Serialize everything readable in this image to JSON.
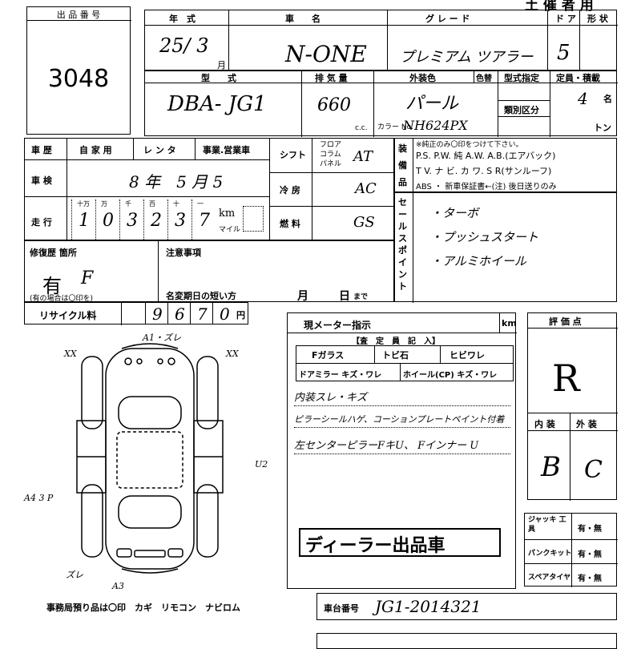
{
  "header": {
    "top_right": "土 催 者 用"
  },
  "lot": {
    "label": "出 品 番 号",
    "number": "3048"
  },
  "vehicle": {
    "year_label": "年　式",
    "year_value": "25/ 3",
    "year_unit": "月",
    "name_label": "車　　名",
    "name_value": "N-ONE",
    "grade_label": "グ レ ー ド",
    "grade_value": "プレミアム ツアラー",
    "doors_label": "ド ア",
    "doors_value": "5",
    "shape_label": "形 状",
    "model_label": "型　　式",
    "model_value": "DBA- JG1",
    "displacement_label": "排 気 量",
    "displacement_value": "660",
    "displacement_unit": "c.c.",
    "exterior_label": "外装色",
    "color_change_label": "色替",
    "exterior_value": "パール",
    "color_no_label": "カラー No.",
    "color_no_value": "NH624PX",
    "model_designation_label": "型式指定",
    "category_label": "類別区分",
    "capacity_label": "定員・積載",
    "capacity_value": "4",
    "capacity_unit": "名",
    "load_unit": "トン"
  },
  "history": {
    "label": "車 歴",
    "private": "自 家 用",
    "rental": "レ ン タ",
    "business": "事業.営業車",
    "shaken_label": "車 検",
    "shaken_value": "8 年　5 月 5",
    "mileage_label": "走 行",
    "mileage_units": [
      "十万",
      "万",
      "千",
      "百",
      "十",
      "一"
    ],
    "mileage_digits": [
      "1",
      "0",
      "3",
      "2",
      "3",
      "7"
    ],
    "km_label": "km",
    "mile_label": "マイル",
    "shift_label": "シフト",
    "shift_floor": "フロア",
    "shift_column": "コラム",
    "shift_paddle": "パネル",
    "shift_value": "AT",
    "ac_label": "冷 房",
    "ac_value": "AC",
    "fuel_label": "燃 料",
    "fuel_value": "GS"
  },
  "equipment": {
    "label_chars": [
      "装",
      "備",
      "品"
    ],
    "note": "※純正のみ〇印をつけて下さい。",
    "row1": "P.S. P.W. 純 A.W. A.B.(エアバック)",
    "row2": "T V. ナ ビ. カ ワ. S R(サンルーフ)",
    "row3": "ABS ・ 新車保証書←(注) 後日送りのみ"
  },
  "sales_points": {
    "label_chars": [
      "セ",
      "ー",
      "ル",
      "ス",
      "ポ",
      "イ",
      "ン",
      "ト"
    ],
    "items": [
      "・ターボ",
      "・プッシュスタート",
      "・アルミホイール"
    ]
  },
  "repair": {
    "label": "修復歴 箇所",
    "value": "有",
    "location": "F",
    "note": "(有の場合は〇印を)"
  },
  "notes": {
    "label": "注意事項",
    "name_change_label": "名変期日の短い方",
    "month": "月",
    "day": "日",
    "until": "まで"
  },
  "recycle": {
    "label": "リサイクル料",
    "digits": [
      "9",
      "6",
      "7",
      "0"
    ],
    "unit": "円"
  },
  "inspection": {
    "meter_label": "現メーター指示",
    "meter_unit": "km",
    "inspector_label": "【査　定　員　記　入】",
    "fglass_label": "Fガラス",
    "fglass_value": "トビ石",
    "fglass_crack": "ヒビワレ",
    "mirror_label": "ドアミラー キズ・ワレ",
    "wheel_label": "ホイール(CP) キズ・ワレ",
    "lines": [
      "内装スレ・キズ",
      "ピラーシールハゲ、コーションプレートペイント付着",
      "左センターピラーFキU、 Fインナー U"
    ],
    "dealer_stamp": "ディーラー出品車"
  },
  "rating": {
    "label": "評 価 点",
    "value": "R",
    "interior_label": "内 装",
    "exterior_label": "外 装",
    "interior_value": "B",
    "exterior_value": "C"
  },
  "accessories": {
    "jack_label": "ジャッキ 工　具",
    "jack_value": "有・無",
    "puncture_label": "パンクキット",
    "puncture_value": "有・無",
    "spare_label": "スペアタイヤ",
    "spare_value": "有・無"
  },
  "diagram": {
    "marks": {
      "top": "A1・ズレ",
      "left_top": "XX",
      "right_top": "XX",
      "right_side": "U2",
      "left_mid": "A4 3 P",
      "bottom_left": "ズレ",
      "bottom": "A3"
    },
    "office_note": "事務局預り品は〇印　カギ　リモコン　ナビロム"
  },
  "chassis": {
    "label": "車台番号",
    "value": "JG1-2014321"
  }
}
